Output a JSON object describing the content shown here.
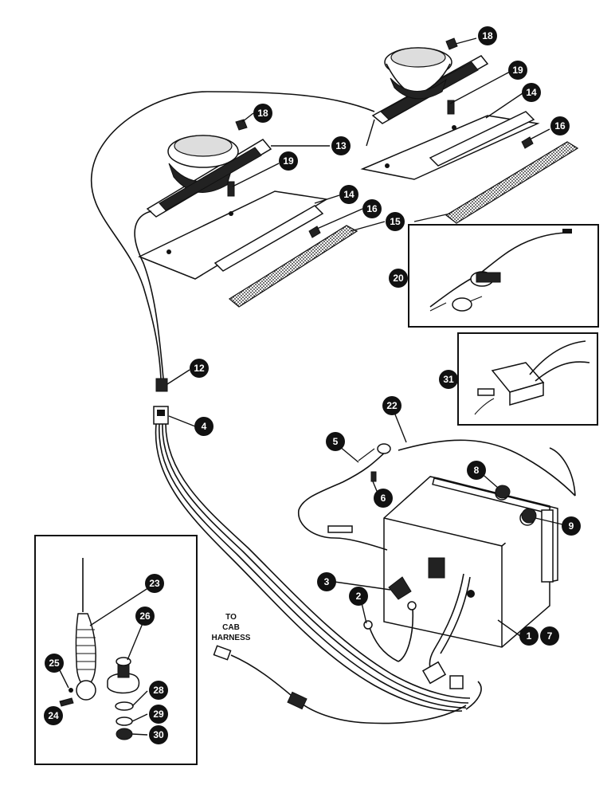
{
  "callouts": {
    "c1": "1",
    "c7": "7",
    "c2": "2",
    "c3": "3",
    "c4": "4",
    "c5": "5",
    "c6": "6",
    "c8": "8",
    "c9": "9",
    "c12": "12",
    "c13": "13",
    "c14a": "14",
    "c14b": "14",
    "c15": "15",
    "c16a": "16",
    "c16b": "16",
    "c18a": "18",
    "c18b": "18",
    "c19a": "19",
    "c19b": "19",
    "c20": "20",
    "c22": "22",
    "c23": "23",
    "c24": "24",
    "c25": "25",
    "c26": "26",
    "c28": "28",
    "c29": "29",
    "c30": "30",
    "c31": "31"
  },
  "labels": {
    "to": "TO",
    "cab": "CAB",
    "harness": "HARNESS"
  }
}
